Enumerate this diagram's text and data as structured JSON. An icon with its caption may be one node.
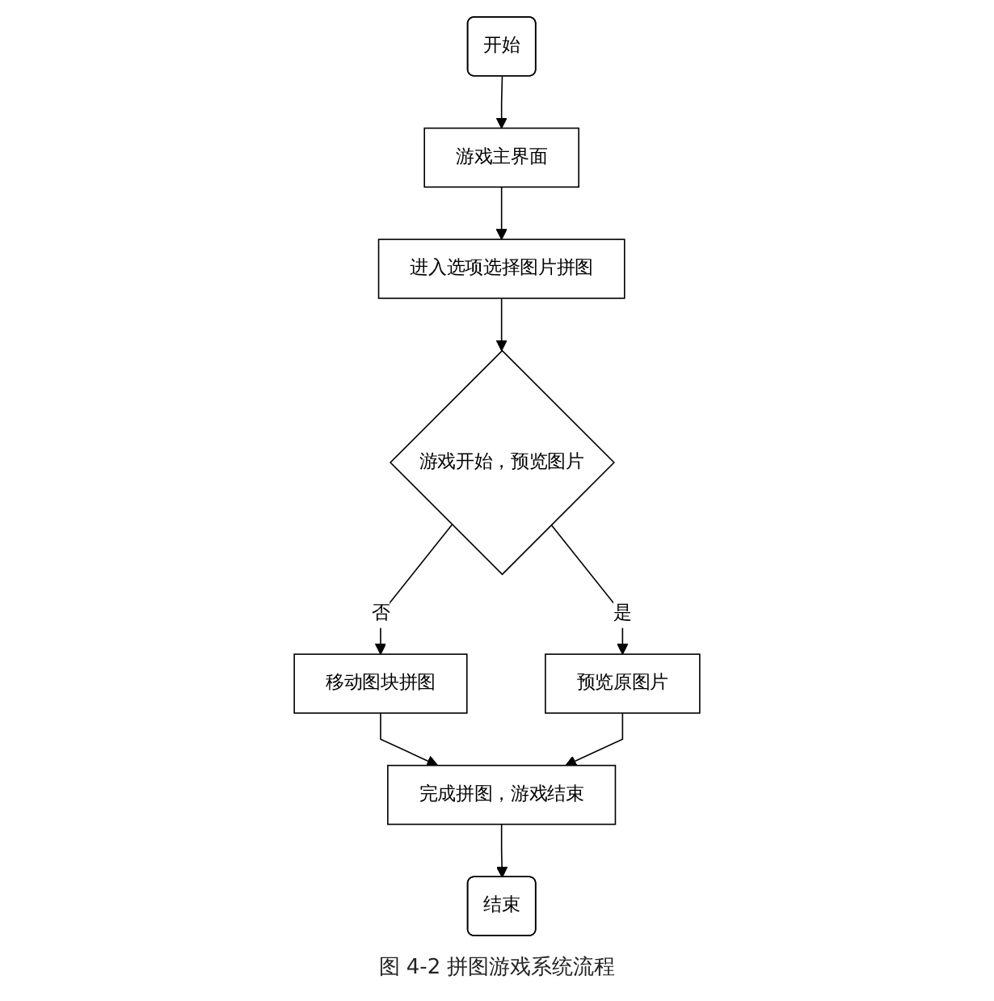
{
  "diagram": {
    "caption": "图 4-2 拼图游戏系统流程",
    "nodes": [
      {
        "text": [
          "开始"
        ]
      },
      {
        "text": [
          "游戏主界面"
        ]
      },
      {
        "text": [
          "进入选项选择图片拼图"
        ]
      },
      {
        "text": [
          "游戏开始，预览图片"
        ]
      },
      {
        "text": [
          "移动图块拼图"
        ]
      },
      {
        "text": [
          "预览原图片"
        ]
      },
      {
        "text": [
          "完成拼图，游戏结束"
        ]
      },
      {
        "text": [
          "结束"
        ]
      }
    ],
    "edges": [
      {
        "from": 0,
        "to": 1,
        "arrow": "to"
      },
      {
        "from": 1,
        "to": 2,
        "arrow": "to"
      },
      {
        "from": 2,
        "to": 3,
        "arrow": "to"
      },
      {
        "from": 3,
        "to": 4,
        "arrow": "to",
        "label": "否"
      },
      {
        "from": 3,
        "to": 5,
        "arrow": "to",
        "label": "是"
      },
      {
        "from": 4,
        "to": 6,
        "arrow": "to"
      },
      {
        "from": 5,
        "to": 6,
        "arrow": "to"
      },
      {
        "from": 6,
        "to": 7,
        "arrow": "to"
      }
    ]
  }
}
